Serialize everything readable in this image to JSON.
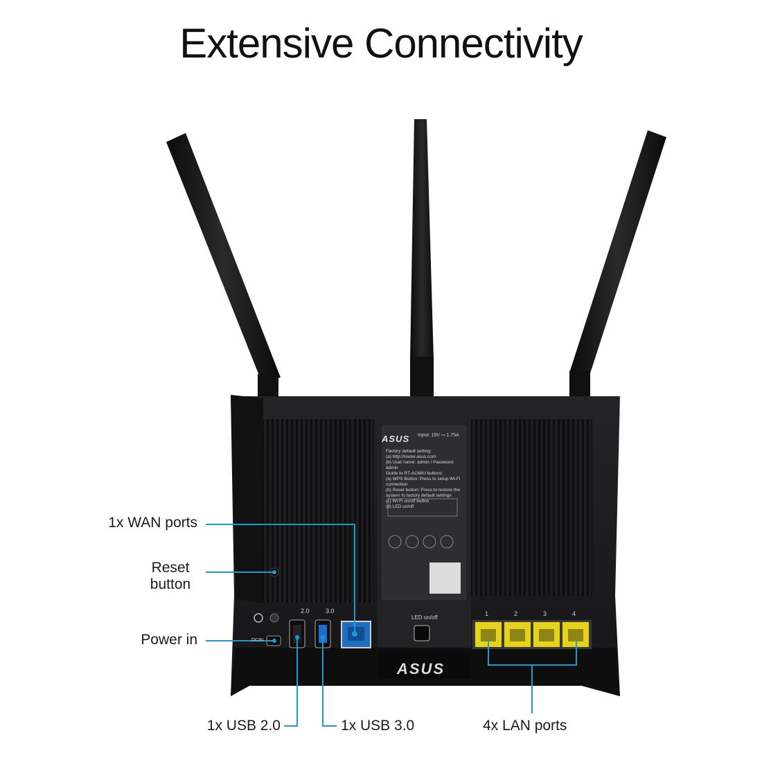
{
  "title": "Extensive Connectivity",
  "brand": "ASUS",
  "callouts": {
    "wan": "1x WAN ports",
    "reset_line1": "Reset",
    "reset_line2": "button",
    "power": "Power in",
    "usb2": "1x USB 2.0",
    "usb3": "1x USB 3.0",
    "lan": "4x LAN ports"
  },
  "device_labels": {
    "usb2": "2.0",
    "usb3": "3.0",
    "led": "LED on/off",
    "dcin": "DCIN",
    "lan_numbers": [
      "1",
      "2",
      "3",
      "4"
    ],
    "sticker_header": "Input: 19V ⎓ 1.75A",
    "sticker_text": "Factory default setting:\n(a) http://router.asus.com\n(b) User name: admin / Password: admin\nGuide to RT-AC68U buttons:\n(a) WPS Button: Press to setup Wi-Fi connection\n(b) Reset button: Press to restore the system to factory default settings\n(c) Wi-Fi on/off button\n(d) LED on/off"
  },
  "colors": {
    "accent_line": "#1b9bd1",
    "router_body": "#1c1c1e",
    "lan_port": "#e5d21c",
    "wan_port": "#1e6fc0"
  }
}
